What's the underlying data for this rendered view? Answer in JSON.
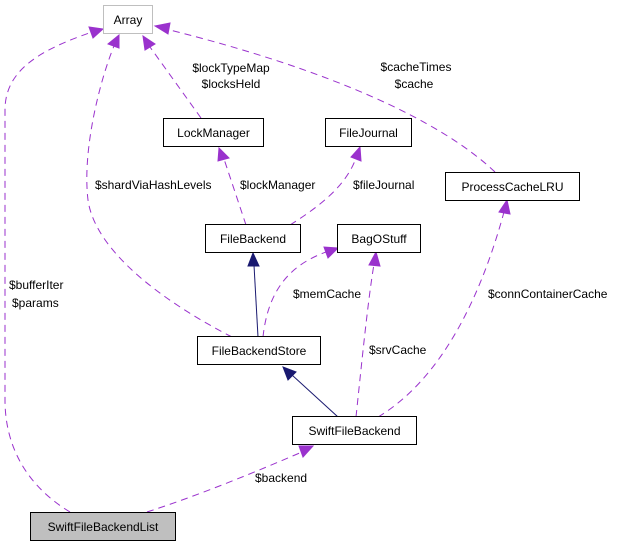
{
  "diagram": {
    "type": "collaboration-graph",
    "nodes": {
      "array": "Array",
      "lock_manager": "LockManager",
      "file_journal": "FileJournal",
      "process_cache_lru": "ProcessCacheLRU",
      "file_backend": "FileBackend",
      "bag_o_stuff": "BagOStuff",
      "file_backend_store": "FileBackendStore",
      "swift_file_backend": "SwiftFileBackend",
      "swift_file_backend_list": "SwiftFileBackendList"
    },
    "edge_labels": {
      "lock_type_map": "$lockTypeMap",
      "locks_held": "$locksHeld",
      "cache_times": "$cacheTimes",
      "cache": "$cache",
      "shard_via_hash_levels": "$shardViaHashLevels",
      "lock_manager": "$lockManager",
      "file_journal": "$fileJournal",
      "buffer_iter": "$bufferIter",
      "params": "$params",
      "mem_cache": "$memCache",
      "conn_container_cache": "$connContainerCache",
      "srv_cache": "$srvCache",
      "backend": "$backend"
    },
    "edges": [
      {
        "from": "LockManager",
        "to": "Array",
        "style": "dashed",
        "labels": [
          "$lockTypeMap",
          "$locksHeld"
        ]
      },
      {
        "from": "ProcessCacheLRU",
        "to": "Array",
        "style": "dashed",
        "labels": [
          "$cacheTimes",
          "$cache"
        ]
      },
      {
        "from": "FileBackendStore",
        "to": "Array",
        "style": "dashed",
        "labels": [
          "$shardViaHashLevels"
        ]
      },
      {
        "from": "SwiftFileBackendList",
        "to": "Array",
        "style": "dashed",
        "labels": [
          "$bufferIter",
          "$params"
        ]
      },
      {
        "from": "FileBackend",
        "to": "LockManager",
        "style": "dashed",
        "labels": [
          "$lockManager"
        ]
      },
      {
        "from": "FileBackend",
        "to": "FileJournal",
        "style": "dashed",
        "labels": [
          "$fileJournal"
        ]
      },
      {
        "from": "FileBackendStore",
        "to": "FileBackend",
        "style": "solid",
        "labels": []
      },
      {
        "from": "FileBackendStore",
        "to": "BagOStuff",
        "style": "dashed",
        "labels": [
          "$memCache"
        ]
      },
      {
        "from": "SwiftFileBackend",
        "to": "BagOStuff",
        "style": "dashed",
        "labels": [
          "$srvCache"
        ]
      },
      {
        "from": "SwiftFileBackend",
        "to": "ProcessCacheLRU",
        "style": "dashed",
        "labels": [
          "$connContainerCache"
        ]
      },
      {
        "from": "SwiftFileBackend",
        "to": "FileBackendStore",
        "style": "solid",
        "labels": []
      },
      {
        "from": "SwiftFileBackendList",
        "to": "SwiftFileBackend",
        "style": "dashed",
        "labels": [
          "$backend"
        ]
      }
    ],
    "colors": {
      "dashed_edge": "#9a32cd",
      "solid_edge": "#191970",
      "focus_fill": "#bfbfbf",
      "faded_border": "#bfbfbf"
    }
  }
}
